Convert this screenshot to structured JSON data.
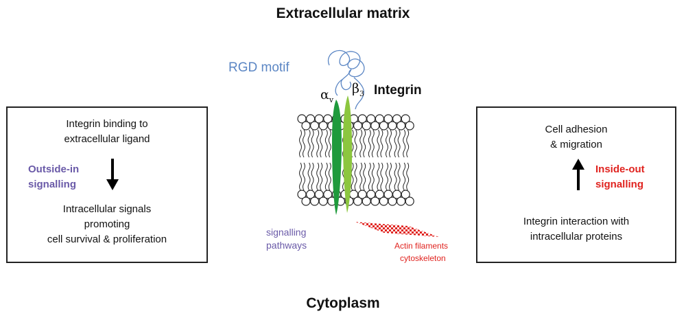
{
  "top_label": "Extracellular matrix",
  "bottom_label": "Cytoplasm",
  "left_box": {
    "top_lines": [
      "Integrin binding to",
      "extracellular ligand"
    ],
    "side_label": [
      "Outside-in",
      "signalling"
    ],
    "bottom_lines": [
      "Intracellular signals",
      "promoting",
      "cell survival & proliferation"
    ]
  },
  "right_box": {
    "top_lines": [
      "Cell adhesion",
      "& migration"
    ],
    "side_label": [
      "Inside-out",
      "signalling"
    ],
    "bottom_lines": [
      "Integrin interaction with",
      "intracellular proteins"
    ]
  },
  "center": {
    "rgd_label": "RGD motif",
    "alpha_label": "α",
    "alpha_sub": "v",
    "beta_label": "β",
    "beta_sub": "3",
    "integrin_label": "Integrin",
    "signalling_label": [
      "signalling",
      "pathways"
    ],
    "actin_label": [
      "Actin filaments",
      "cytoskeleton"
    ]
  },
  "colors": {
    "purple": "#6a5aa8",
    "red": "#e0231f",
    "rgd_blue": "#5b86c4",
    "alpha_green": "#1f9a3c",
    "beta_green": "#8cc63f"
  }
}
